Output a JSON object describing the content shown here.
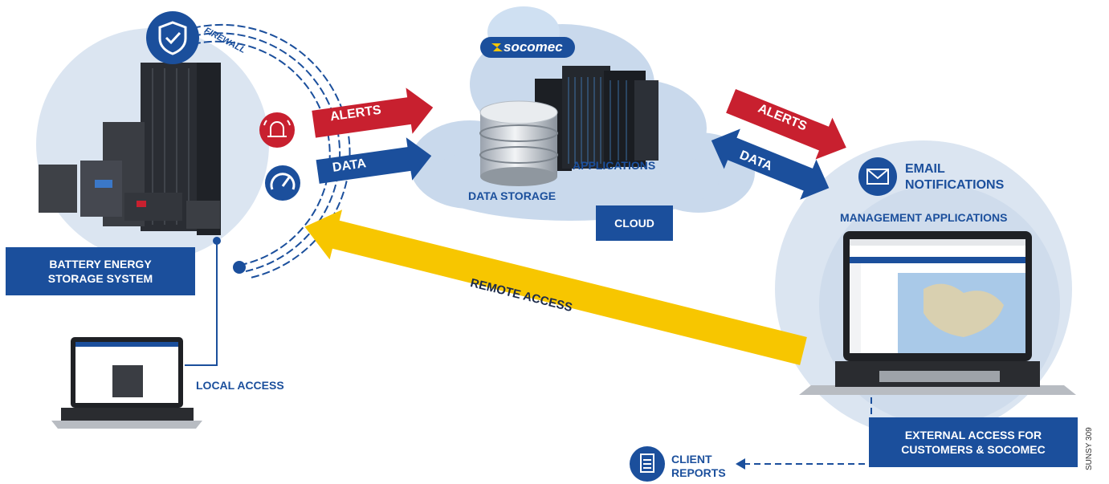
{
  "brand": "socomec",
  "labels": {
    "firewall": "FIREWALL",
    "bess_line1": "BATTERY ENERGY",
    "bess_line2": "STORAGE SYSTEM",
    "local_access": "LOCAL ACCESS",
    "alerts_left": "ALERTS",
    "data_left": "DATA",
    "data_storage": "DATA STORAGE",
    "applications": "APPLICATIONS",
    "cloud": "CLOUD",
    "alerts_right": "ALERTS",
    "data_right": "DATA",
    "email_line1": "EMAIL",
    "email_line2": "NOTIFICATIONS",
    "management_apps": "MANAGEMENT APPLICATIONS",
    "remote_access": "REMOTE ACCESS",
    "external_line1": "EXTERNAL ACCESS FOR",
    "external_line2": "CUSTOMERS & SOCOMEC",
    "client_line1": "CLIENT",
    "client_line2": "REPORTS",
    "ref_code": "SUNSY 309"
  },
  "icons": {
    "firewall": "shield-check-icon",
    "alarm": "alarm-bell-icon",
    "gauge": "speedometer-icon",
    "email": "envelope-icon",
    "reports": "document-icon"
  },
  "colors": {
    "blue": "#1b4f9c",
    "red": "#c8202f",
    "yellow": "#f7c600",
    "light_bg": "#dbe5f1",
    "cloud": "#c9d9ec"
  }
}
